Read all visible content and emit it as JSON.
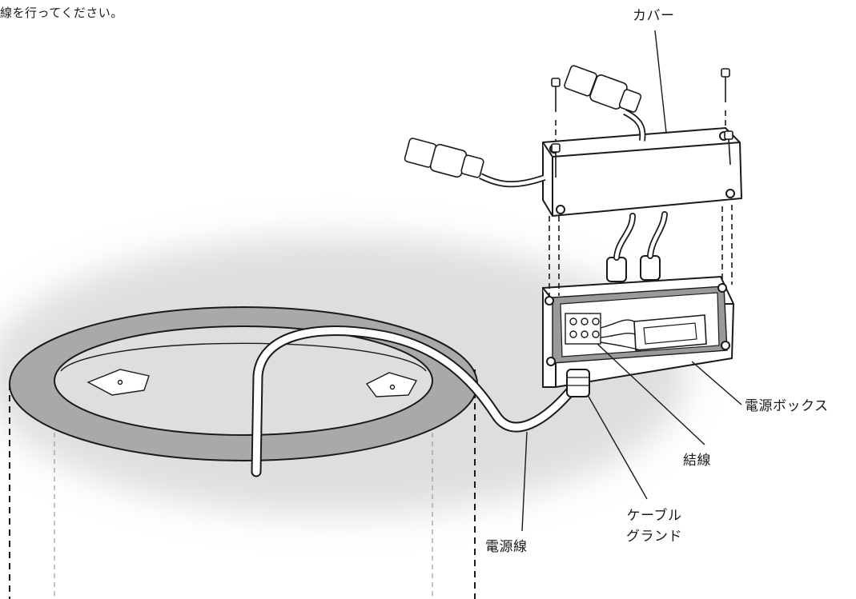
{
  "instruction_text": "線を行ってください。",
  "labels": {
    "cover": "カバー",
    "power_box": "電源ボックス",
    "wiring": "結線",
    "cable_gland_line1": "ケーブル",
    "cable_gland_line2": "グランド",
    "power_cable": "電源線"
  },
  "colors": {
    "line": "#1a1a1a",
    "ring_fill": "#a9a9a9",
    "shadow": "#cfcfcf",
    "background": "#ffffff"
  }
}
